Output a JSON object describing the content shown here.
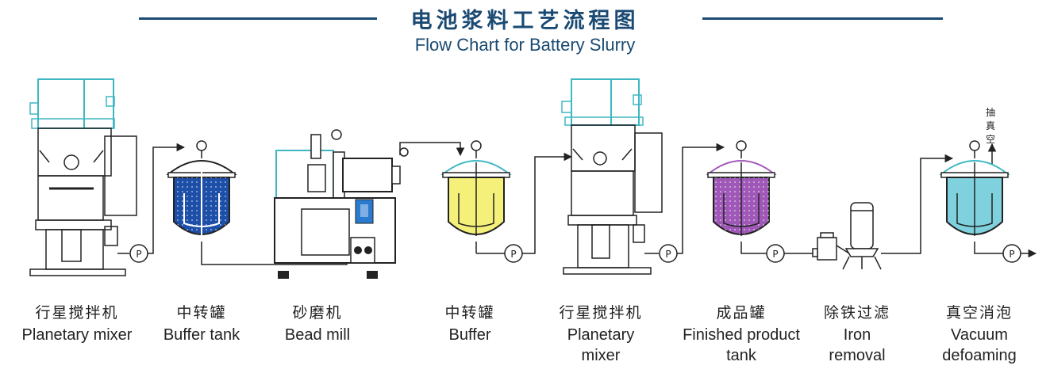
{
  "title": {
    "cn": "电池浆料工艺流程图",
    "en": "Flow Chart for Battery Slurry"
  },
  "vacuum_note": "抽真空",
  "pump_label": "P",
  "colors": {
    "title": "#1a4a72",
    "equipment_outline": "#222222",
    "mixer_head": "#3fb7c3",
    "mill_motor": "#3fb7c3",
    "mill_pump": "#2a7bd0",
    "buffer_tank_fill": "#1d4fa8",
    "buffer_fill": "#f4f07a",
    "buffer_lid": "#3fb7c3",
    "product_tank_fill": "#a058b8",
    "product_tank_lid": "#a058b8",
    "vacuum_tank_fill": "#7fd1de",
    "vacuum_tank_lid": "#3fb7c3"
  },
  "steps": [
    {
      "cn": "行星搅拌机",
      "en": "Planetary mixer"
    },
    {
      "cn": "中转罐",
      "en": "Buffer tank"
    },
    {
      "cn": "砂磨机",
      "en": "Bead mill"
    },
    {
      "cn": "中转罐",
      "en": "Buffer"
    },
    {
      "cn": "行星搅拌机",
      "en": "Planetary\nmixer"
    },
    {
      "cn": "成品罐",
      "en": "Finished product\ntank"
    },
    {
      "cn": "除铁过滤",
      "en": "Iron\nremoval"
    },
    {
      "cn": "真空消泡",
      "en": "Vacuum\ndefoaming"
    }
  ]
}
